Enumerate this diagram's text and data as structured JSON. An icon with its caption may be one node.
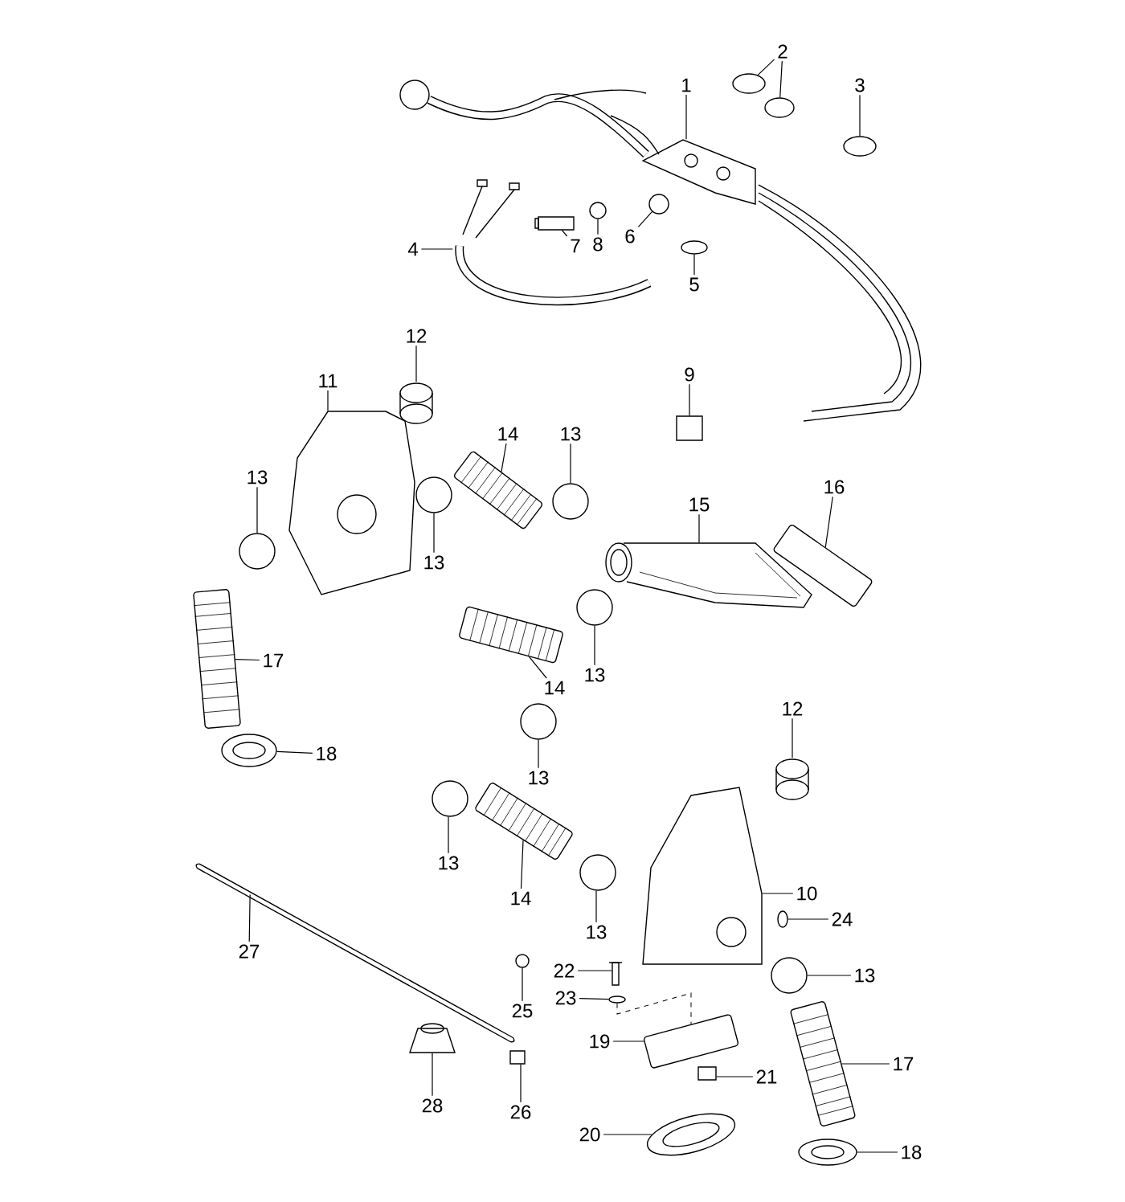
{
  "diagram": {
    "nodes": [
      {
        "text": [
          "2"
        ]
      },
      {
        "text": [
          "1"
        ]
      },
      {
        "text": [
          "3"
        ]
      },
      {
        "text": [
          "6"
        ]
      },
      {
        "text": [
          "7"
        ]
      },
      {
        "text": [
          "8"
        ]
      },
      {
        "text": [
          "4"
        ]
      },
      {
        "text": [
          "5"
        ]
      },
      {
        "text": [
          "12"
        ]
      },
      {
        "text": [
          "9"
        ]
      },
      {
        "text": [
          "11"
        ]
      },
      {
        "text": [
          "14"
        ]
      },
      {
        "text": [
          "13"
        ]
      },
      {
        "text": [
          "13"
        ]
      },
      {
        "text": [
          "16"
        ]
      },
      {
        "text": [
          "15"
        ]
      },
      {
        "text": [
          "13"
        ]
      },
      {
        "text": [
          "17"
        ]
      },
      {
        "text": [
          "13"
        ]
      },
      {
        "text": [
          "14"
        ]
      },
      {
        "text": [
          "12"
        ]
      },
      {
        "text": [
          "18"
        ]
      },
      {
        "text": [
          "13"
        ]
      },
      {
        "text": [
          "13"
        ]
      },
      {
        "text": [
          "10"
        ]
      },
      {
        "text": [
          "14"
        ]
      },
      {
        "text": [
          "24"
        ]
      },
      {
        "text": [
          "13"
        ]
      },
      {
        "text": [
          "27"
        ]
      },
      {
        "text": [
          "22"
        ]
      },
      {
        "text": [
          "13"
        ]
      },
      {
        "text": [
          "23"
        ]
      },
      {
        "text": [
          "25"
        ]
      },
      {
        "text": [
          "19"
        ]
      },
      {
        "text": [
          "17"
        ]
      },
      {
        "text": [
          "21"
        ]
      },
      {
        "text": [
          "28"
        ]
      },
      {
        "text": [
          "26"
        ]
      },
      {
        "text": [
          "20"
        ]
      },
      {
        "text": [
          "18"
        ]
      },
      {
        "text": [],
        "shape": "ellipse"
      },
      {
        "text": [],
        "shape": "ellipse"
      },
      {
        "text": [],
        "shape": "picture"
      },
      {
        "text": [],
        "shape": "ellipse"
      },
      {
        "text": [],
        "shape": "circle"
      },
      {
        "text": [],
        "shape": "box"
      },
      {
        "text": [],
        "shape": "circle"
      },
      {
        "text": [],
        "shape": "picture"
      },
      {
        "text": [],
        "shape": "ellipse"
      },
      {
        "text": [],
        "shape": "picture"
      },
      {
        "text": [],
        "shape": "box"
      },
      {
        "text": [],
        "shape": "picture"
      },
      {
        "text": [],
        "shape": "bar"
      },
      {
        "text": [],
        "shape": "circle"
      },
      {
        "text": [],
        "shape": "circle"
      },
      {
        "text": [],
        "shape": "bar"
      },
      {
        "text": [],
        "shape": "picture"
      },
      {
        "text": [],
        "shape": "circle"
      },
      {
        "text": [],
        "shape": "bar"
      },
      {
        "text": [],
        "shape": "circle"
      },
      {
        "text": [],
        "shape": "bar"
      },
      {
        "text": [],
        "shape": "picture"
      },
      {
        "text": [],
        "shape": "ellipse"
      },
      {
        "text": [],
        "shape": "circle"
      },
      {
        "text": [],
        "shape": "circle"
      },
      {
        "text": [],
        "shape": "picture"
      },
      {
        "text": [],
        "shape": "bar"
      },
      {
        "text": [],
        "shape": "ellipse"
      },
      {
        "text": [],
        "shape": "circle"
      },
      {
        "text": [],
        "shape": "bar"
      },
      {
        "text": [],
        "shape": "box"
      },
      {
        "text": [],
        "shape": "circle"
      },
      {
        "text": [],
        "shape": "ellipse"
      },
      {
        "text": [],
        "shape": "circle"
      },
      {
        "text": [],
        "shape": "bar"
      },
      {
        "text": [],
        "shape": "bar"
      },
      {
        "text": [],
        "shape": "box"
      },
      {
        "text": [],
        "shape": "picture"
      },
      {
        "text": [],
        "shape": "box"
      },
      {
        "text": [],
        "shape": "ellipse"
      },
      {
        "text": [],
        "shape": "ellipse"
      }
    ],
    "edges": [
      {
        "from": 0,
        "to": 40,
        "arrow": "none"
      },
      {
        "from": 0,
        "to": 41,
        "arrow": "none"
      },
      {
        "from": 1,
        "to": 42,
        "arrow": "none"
      },
      {
        "from": 2,
        "to": 43,
        "arrow": "none"
      },
      {
        "from": 3,
        "to": 44,
        "arrow": "none"
      },
      {
        "from": 4,
        "to": 45,
        "arrow": "none"
      },
      {
        "from": 5,
        "to": 46,
        "arrow": "none"
      },
      {
        "from": 6,
        "to": 47,
        "arrow": "none"
      },
      {
        "from": 7,
        "to": 48,
        "arrow": "none"
      },
      {
        "from": 8,
        "to": 49,
        "arrow": "none"
      },
      {
        "from": 9,
        "to": 50,
        "arrow": "none"
      },
      {
        "from": 10,
        "to": 51,
        "arrow": "none"
      },
      {
        "from": 11,
        "to": 52,
        "arrow": "none"
      },
      {
        "from": 12,
        "to": 53,
        "arrow": "none"
      },
      {
        "from": 13,
        "to": 54,
        "arrow": "none"
      },
      {
        "from": 14,
        "to": 55,
        "arrow": "none"
      },
      {
        "from": 15,
        "to": 56,
        "arrow": "none"
      },
      {
        "from": 16,
        "to": 57,
        "arrow": "none"
      },
      {
        "from": 17,
        "to": 58,
        "arrow": "none"
      },
      {
        "from": 18,
        "to": 59,
        "arrow": "none"
      },
      {
        "from": 19,
        "to": 60,
        "arrow": "none"
      },
      {
        "from": 20,
        "to": 61,
        "arrow": "none"
      },
      {
        "from": 21,
        "to": 62,
        "arrow": "none"
      },
      {
        "from": 22,
        "to": 63,
        "arrow": "none"
      },
      {
        "from": 23,
        "to": 64,
        "arrow": "none"
      },
      {
        "from": 24,
        "to": 65,
        "arrow": "none"
      },
      {
        "from": 25,
        "to": 66,
        "arrow": "none"
      },
      {
        "from": 26,
        "to": 67,
        "arrow": "none"
      },
      {
        "from": 27,
        "to": 68,
        "arrow": "none"
      },
      {
        "from": 28,
        "to": 69,
        "arrow": "none"
      },
      {
        "from": 29,
        "to": 70,
        "arrow": "none"
      },
      {
        "from": 30,
        "to": 71,
        "arrow": "none"
      },
      {
        "from": 31,
        "to": 72,
        "arrow": "none"
      },
      {
        "from": 32,
        "to": 73,
        "arrow": "none"
      },
      {
        "from": 33,
        "to": 74,
        "arrow": "none"
      },
      {
        "from": 34,
        "to": 75,
        "arrow": "none"
      },
      {
        "from": 35,
        "to": 76,
        "arrow": "none"
      },
      {
        "from": 36,
        "to": 77,
        "arrow": "none"
      },
      {
        "from": 37,
        "to": 78,
        "arrow": "none"
      },
      {
        "from": 38,
        "to": 79,
        "arrow": "none"
      },
      {
        "from": 39,
        "to": 80,
        "arrow": "none"
      },
      {
        "from": 72,
        "to": 74,
        "arrow": "none",
        "style": "dashed"
      }
    ]
  }
}
